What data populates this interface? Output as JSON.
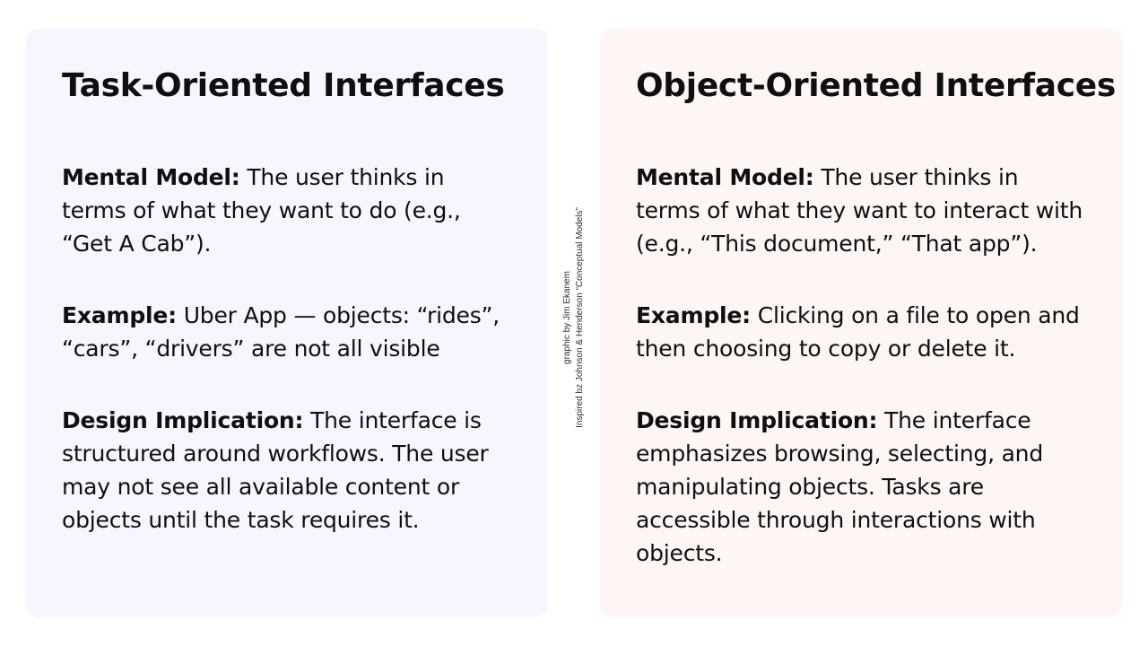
{
  "left_card": {
    "title": "Task-Oriented Interfaces",
    "mental_model": {
      "label": "Mental Model:",
      "text": " The user thinks in terms of what they want to do (e.g., “Get A Cab”)."
    },
    "example": {
      "label": "Example:",
      "text": " Uber App — objects: “rides”, “cars”, “drivers” are not all visible"
    },
    "design_implication": {
      "label": "Design Implication:",
      "text": " The interface is structured around workflows. The user may not see all available content or objects until the task requires it."
    }
  },
  "right_card": {
    "title": "Object-Oriented Interfaces",
    "mental_model": {
      "label": "Mental Model:",
      "text": " The user thinks in terms of what they want to interact with (e.g., “This document,” “That app”)."
    },
    "example": {
      "label": "Example:",
      "text": " Clicking on a file to open and then choosing to copy or delete it."
    },
    "design_implication": {
      "label": "Design Implication:",
      "text": " The interface emphasizes browsing, selecting, and manipulating objects. Tasks are accessible through interactions with objects."
    }
  },
  "credit": {
    "line1": "graphic by Jim Ekanem",
    "line2": "Inspired bz Johnson & Henderson “Conceptual Models”"
  },
  "colors": {
    "left_card_bg": "#f5f6fe",
    "right_card_bg": "#fdf6f5",
    "text": "#0f0f0f"
  }
}
